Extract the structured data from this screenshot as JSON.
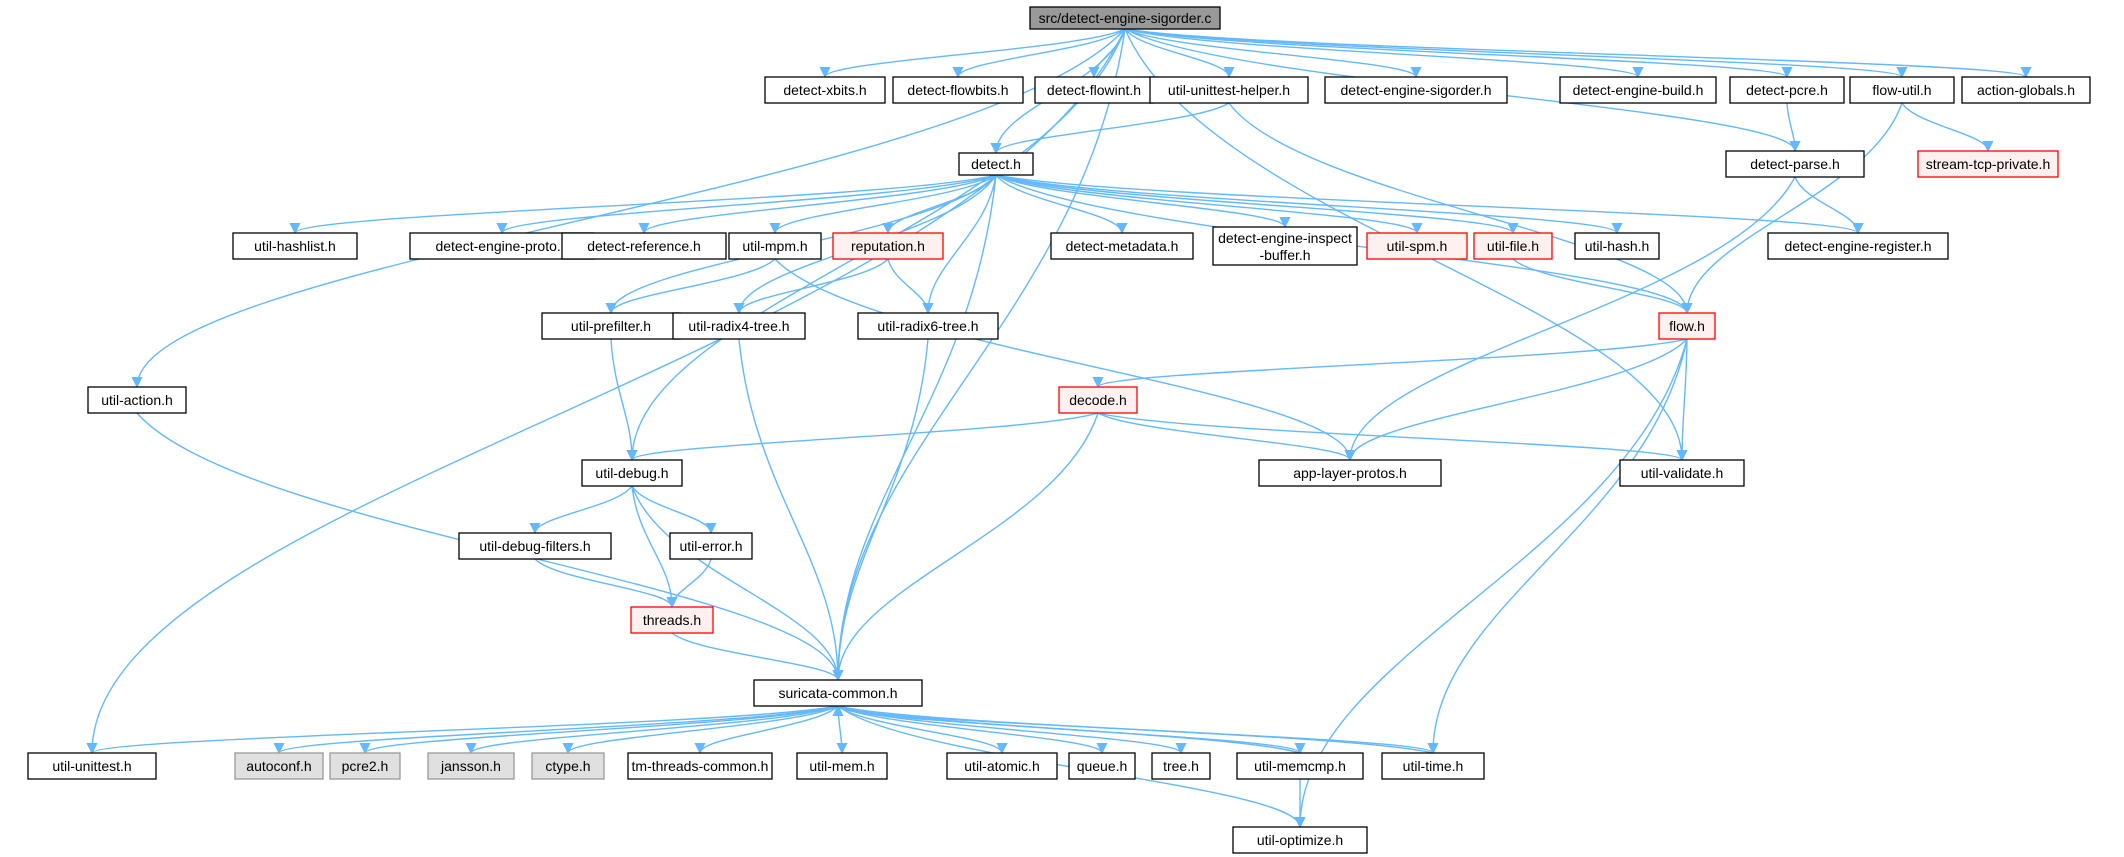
{
  "graph": {
    "colors": {
      "edge": "#63b8ff",
      "border_normal": "#000000",
      "fill_normal": "#ffffff",
      "border_truncated": "#ff0000",
      "fill_truncated": "#fff0f0",
      "fill_root": "#999999",
      "fill_system": "#e0e0e0",
      "border_system": "#999999",
      "text": "#000000"
    },
    "nodes": [
      {
        "id": "n_root",
        "label": "src/detect-engine-sigorder.c",
        "kind": "root"
      },
      {
        "id": "n_xbits",
        "label": "detect-xbits.h",
        "kind": "normal"
      },
      {
        "id": "n_flowbits",
        "label": "detect-flowbits.h",
        "kind": "normal"
      },
      {
        "id": "n_flowint",
        "label": "detect-flowint.h",
        "kind": "normal"
      },
      {
        "id": "n_unittesthelper",
        "label": "util-unittest-helper.h",
        "kind": "normal"
      },
      {
        "id": "n_sigorderh",
        "label": "detect-engine-sigorder.h",
        "kind": "normal"
      },
      {
        "id": "n_build",
        "label": "detect-engine-build.h",
        "kind": "normal"
      },
      {
        "id": "n_pcre",
        "label": "detect-pcre.h",
        "kind": "normal"
      },
      {
        "id": "n_flowutil",
        "label": "flow-util.h",
        "kind": "normal"
      },
      {
        "id": "n_actionglobals",
        "label": "action-globals.h",
        "kind": "normal"
      },
      {
        "id": "n_detect",
        "label": "detect.h",
        "kind": "normal"
      },
      {
        "id": "n_parse",
        "label": "detect-parse.h",
        "kind": "normal"
      },
      {
        "id": "n_streamtcp",
        "label": "stream-tcp-private.h",
        "kind": "truncated"
      },
      {
        "id": "n_hashlist",
        "label": "util-hashlist.h",
        "kind": "normal"
      },
      {
        "id": "n_proto",
        "label": "detect-engine-proto.h",
        "kind": "normal"
      },
      {
        "id": "n_reference",
        "label": "detect-reference.h",
        "kind": "normal"
      },
      {
        "id": "n_mpm",
        "label": "util-mpm.h",
        "kind": "normal"
      },
      {
        "id": "n_reputation",
        "label": "reputation.h",
        "kind": "truncated"
      },
      {
        "id": "n_metadata",
        "label": "detect-metadata.h",
        "kind": "normal"
      },
      {
        "id": "n_inspect",
        "label": "detect-engine-inspect",
        "label2": "-buffer.h",
        "kind": "normal"
      },
      {
        "id": "n_spm",
        "label": "util-spm.h",
        "kind": "truncated"
      },
      {
        "id": "n_file",
        "label": "util-file.h",
        "kind": "truncated"
      },
      {
        "id": "n_hash",
        "label": "util-hash.h",
        "kind": "normal"
      },
      {
        "id": "n_register",
        "label": "detect-engine-register.h",
        "kind": "normal"
      },
      {
        "id": "n_prefilter",
        "label": "util-prefilter.h",
        "kind": "normal"
      },
      {
        "id": "n_radix4",
        "label": "util-radix4-tree.h",
        "kind": "normal"
      },
      {
        "id": "n_radix6",
        "label": "util-radix6-tree.h",
        "kind": "normal"
      },
      {
        "id": "n_flowh",
        "label": "flow.h",
        "kind": "truncated"
      },
      {
        "id": "n_action",
        "label": "util-action.h",
        "kind": "normal"
      },
      {
        "id": "n_decode",
        "label": "decode.h",
        "kind": "truncated"
      },
      {
        "id": "n_debug",
        "label": "util-debug.h",
        "kind": "normal"
      },
      {
        "id": "n_applayer",
        "label": "app-layer-protos.h",
        "kind": "normal"
      },
      {
        "id": "n_validate",
        "label": "util-validate.h",
        "kind": "normal"
      },
      {
        "id": "n_debugfilters",
        "label": "util-debug-filters.h",
        "kind": "normal"
      },
      {
        "id": "n_error",
        "label": "util-error.h",
        "kind": "normal"
      },
      {
        "id": "n_threads",
        "label": "threads.h",
        "kind": "truncated"
      },
      {
        "id": "n_common",
        "label": "suricata-common.h",
        "kind": "normal"
      },
      {
        "id": "n_unittest",
        "label": "util-unittest.h",
        "kind": "normal"
      },
      {
        "id": "n_autoconf",
        "label": "autoconf.h",
        "kind": "system"
      },
      {
        "id": "n_pcre2",
        "label": "pcre2.h",
        "kind": "system"
      },
      {
        "id": "n_jansson",
        "label": "jansson.h",
        "kind": "system"
      },
      {
        "id": "n_ctype",
        "label": "ctype.h",
        "kind": "system"
      },
      {
        "id": "n_tmthreads",
        "label": "tm-threads-common.h",
        "kind": "normal"
      },
      {
        "id": "n_mem",
        "label": "util-mem.h",
        "kind": "normal"
      },
      {
        "id": "n_atomic",
        "label": "util-atomic.h",
        "kind": "normal"
      },
      {
        "id": "n_queue",
        "label": "queue.h",
        "kind": "normal"
      },
      {
        "id": "n_tree",
        "label": "tree.h",
        "kind": "normal"
      },
      {
        "id": "n_memcmp",
        "label": "util-memcmp.h",
        "kind": "normal"
      },
      {
        "id": "n_time",
        "label": "util-time.h",
        "kind": "normal"
      },
      {
        "id": "n_optimize",
        "label": "util-optimize.h",
        "kind": "normal"
      }
    ],
    "edges": [
      [
        "n_root",
        "n_xbits"
      ],
      [
        "n_root",
        "n_flowbits"
      ],
      [
        "n_root",
        "n_flowint"
      ],
      [
        "n_root",
        "n_unittesthelper"
      ],
      [
        "n_root",
        "n_sigorderh"
      ],
      [
        "n_root",
        "n_build"
      ],
      [
        "n_root",
        "n_pcre"
      ],
      [
        "n_root",
        "n_flowutil"
      ],
      [
        "n_root",
        "n_actionglobals"
      ],
      [
        "n_root",
        "n_detect"
      ],
      [
        "n_root",
        "n_parse"
      ],
      [
        "n_root",
        "n_action"
      ],
      [
        "n_root",
        "n_debug"
      ],
      [
        "n_root",
        "n_common"
      ],
      [
        "n_root",
        "n_unittest"
      ],
      [
        "n_root",
        "n_validate"
      ],
      [
        "n_unittesthelper",
        "n_detect"
      ],
      [
        "n_unittesthelper",
        "n_flowh"
      ],
      [
        "n_pcre",
        "n_parse"
      ],
      [
        "n_flowutil",
        "n_streamtcp"
      ],
      [
        "n_flowutil",
        "n_flowh"
      ],
      [
        "n_parse",
        "n_register"
      ],
      [
        "n_parse",
        "n_applayer"
      ],
      [
        "n_detect",
        "n_hashlist"
      ],
      [
        "n_detect",
        "n_proto"
      ],
      [
        "n_detect",
        "n_reference"
      ],
      [
        "n_detect",
        "n_mpm"
      ],
      [
        "n_detect",
        "n_reputation"
      ],
      [
        "n_detect",
        "n_metadata"
      ],
      [
        "n_detect",
        "n_inspect"
      ],
      [
        "n_detect",
        "n_spm"
      ],
      [
        "n_detect",
        "n_file"
      ],
      [
        "n_detect",
        "n_hash"
      ],
      [
        "n_detect",
        "n_register"
      ],
      [
        "n_detect",
        "n_flowh"
      ],
      [
        "n_detect",
        "n_prefilter"
      ],
      [
        "n_detect",
        "n_radix4"
      ],
      [
        "n_detect",
        "n_radix6"
      ],
      [
        "n_detect",
        "n_common"
      ],
      [
        "n_mpm",
        "n_prefilter"
      ],
      [
        "n_mpm",
        "n_applayer"
      ],
      [
        "n_reputation",
        "n_radix4"
      ],
      [
        "n_reputation",
        "n_radix6"
      ],
      [
        "n_file",
        "n_flowh"
      ],
      [
        "n_flowh",
        "n_decode"
      ],
      [
        "n_flowh",
        "n_applayer"
      ],
      [
        "n_flowh",
        "n_validate"
      ],
      [
        "n_flowh",
        "n_time"
      ],
      [
        "n_flowh",
        "n_optimize"
      ],
      [
        "n_prefilter",
        "n_debug"
      ],
      [
        "n_radix4",
        "n_common"
      ],
      [
        "n_radix6",
        "n_common"
      ],
      [
        "n_action",
        "n_common"
      ],
      [
        "n_decode",
        "n_debug"
      ],
      [
        "n_decode",
        "n_applayer"
      ],
      [
        "n_decode",
        "n_validate"
      ],
      [
        "n_decode",
        "n_common"
      ],
      [
        "n_debug",
        "n_debugfilters"
      ],
      [
        "n_debug",
        "n_error"
      ],
      [
        "n_debug",
        "n_threads"
      ],
      [
        "n_debug",
        "n_common"
      ],
      [
        "n_debugfilters",
        "n_threads"
      ],
      [
        "n_error",
        "n_threads"
      ],
      [
        "n_threads",
        "n_common"
      ],
      [
        "n_common",
        "n_unittest"
      ],
      [
        "n_common",
        "n_autoconf"
      ],
      [
        "n_common",
        "n_pcre2"
      ],
      [
        "n_common",
        "n_jansson"
      ],
      [
        "n_common",
        "n_ctype"
      ],
      [
        "n_common",
        "n_tmthreads"
      ],
      [
        "n_common",
        "n_mem"
      ],
      [
        "n_common",
        "n_atomic"
      ],
      [
        "n_common",
        "n_queue"
      ],
      [
        "n_common",
        "n_tree"
      ],
      [
        "n_common",
        "n_memcmp"
      ],
      [
        "n_common",
        "n_time"
      ],
      [
        "n_common",
        "n_optimize"
      ],
      [
        "n_memcmp",
        "n_common"
      ],
      [
        "n_memcmp",
        "n_optimize"
      ],
      [
        "n_time",
        "n_common"
      ]
    ]
  }
}
